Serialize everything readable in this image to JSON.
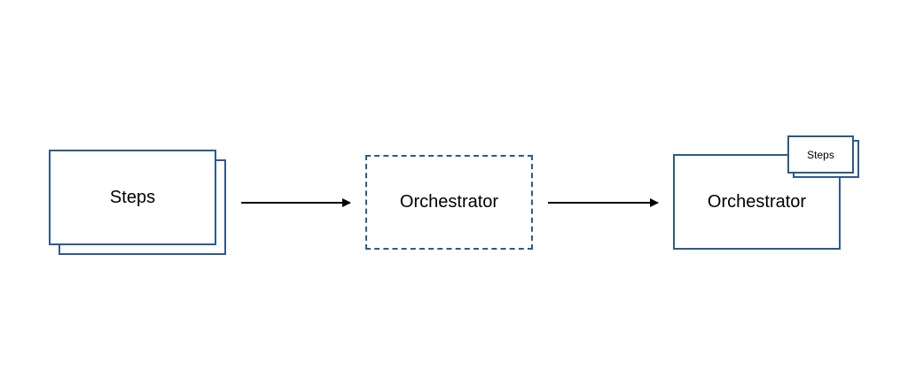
{
  "diagram": {
    "steps_label": "Steps",
    "orchestrator_label": "Orchestrator",
    "result_label": "Orchestrator",
    "mini_steps_label": "Steps",
    "colors": {
      "box_border": "#2d5a8c",
      "arrow": "#000000"
    }
  }
}
